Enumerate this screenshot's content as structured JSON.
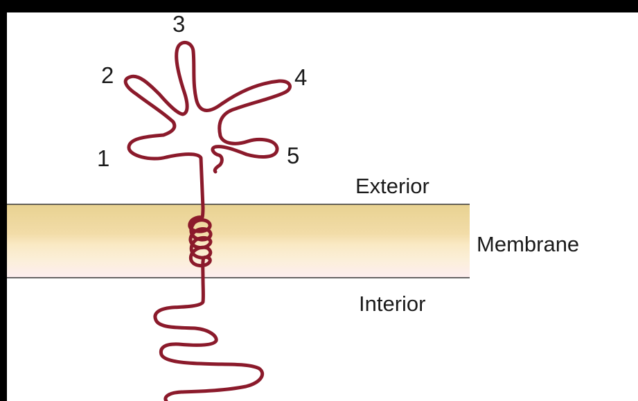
{
  "loop_numbers": [
    "1",
    "2",
    "3",
    "4",
    "5"
  ],
  "regions": {
    "exterior": "Exterior",
    "membrane": "Membrane",
    "interior": "Interior"
  },
  "colors": {
    "chain": "#8b1a2b",
    "membrane_top": "#e6cf8e",
    "membrane_mid": "#fae8c2",
    "membrane_bottom": "#fdeeee",
    "boundary_line": "#333333",
    "background": "#ffffff",
    "border": "#000000"
  }
}
